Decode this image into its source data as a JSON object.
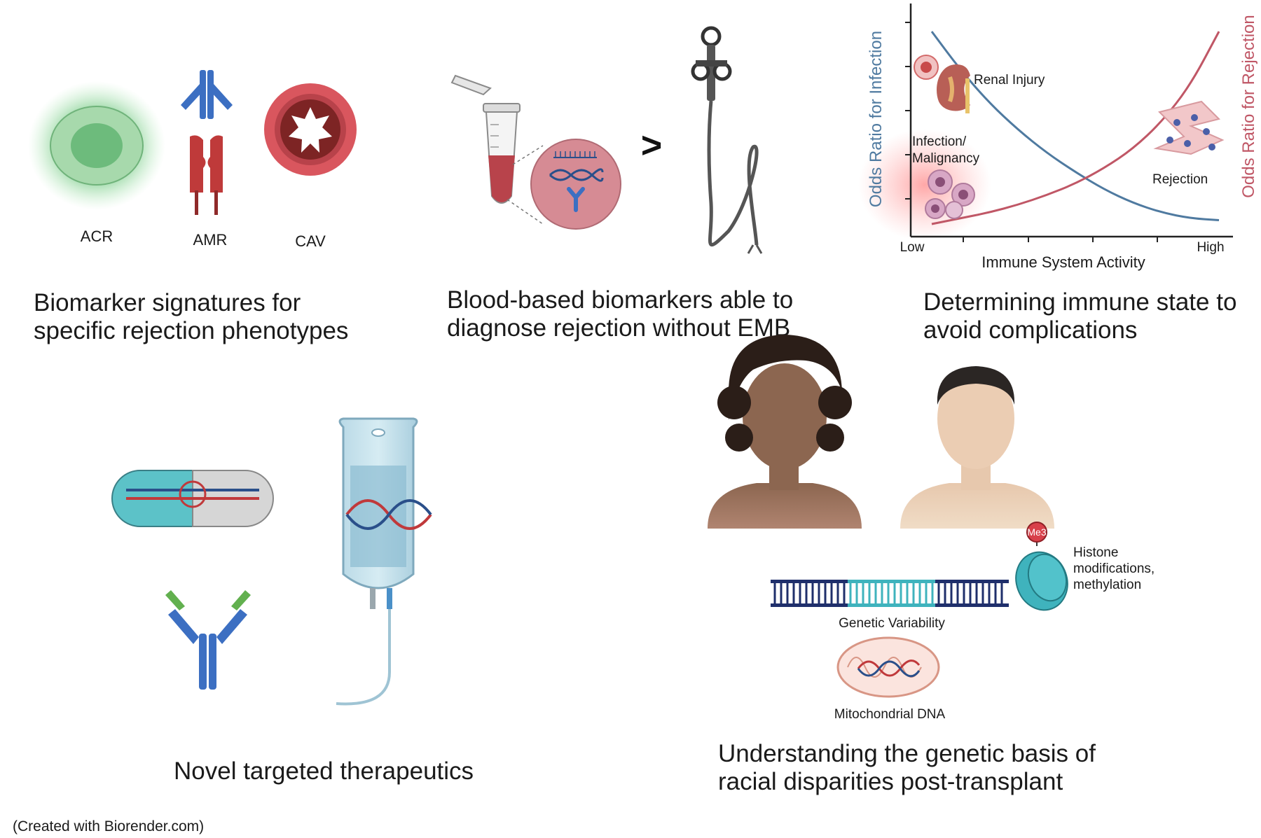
{
  "panel_rejection": {
    "types": [
      "ACR",
      "AMR",
      "CAV"
    ],
    "heading": [
      "Biomarker signatures for",
      "specific rejection phenotypes"
    ]
  },
  "panel_blood": {
    "comparator": ">",
    "heading": [
      "Blood-based biomarkers able to",
      "diagnose rejection without EMB"
    ]
  },
  "panel_immune": {
    "heading": [
      "Determining immune state to",
      "avoid complications"
    ],
    "annotations": {
      "renal": "Renal Injury",
      "infection": [
        "Infection/",
        "Malignancy"
      ],
      "rejection": "Rejection"
    }
  },
  "panel_therapeutics": {
    "heading": "Novel targeted therapeutics"
  },
  "panel_genetic": {
    "labels": {
      "me3": "Me3",
      "histone": [
        "Histone",
        "modifications,",
        "methylation"
      ],
      "genetic": "Genetic Variability",
      "mito": "Mitochondrial DNA"
    },
    "heading": [
      "Understanding the genetic basis of",
      "racial disparities post-transplant"
    ]
  },
  "credit": "(Created with Biorender.com)",
  "colors": {
    "infection_curve": "#4f7aa0",
    "rejection_curve": "#c05766",
    "antibody_blue": "#3c6fc2",
    "antibody_red": "#bf3a3a",
    "teal": "#3fb3bd"
  },
  "chart_data": {
    "type": "line",
    "xlabel": "Immune System Activity",
    "ylabel": "Odds Ratio for Infection",
    "y2label": "Odds Ratio for Rejection",
    "xticks": [
      "Low",
      "High"
    ],
    "series": [
      {
        "name": "",
        "x": [
          0,
          0.1,
          0.2,
          0.3,
          0.4,
          0.5,
          0.6,
          0.7,
          0.8,
          0.9,
          1.0
        ],
        "values": [
          1.0,
          0.8,
          0.63,
          0.49,
          0.37,
          0.27,
          0.18,
          0.11,
          0.06,
          0.03,
          0.02
        ]
      },
      {
        "name": "",
        "x": [
          0,
          0.1,
          0.2,
          0.3,
          0.4,
          0.5,
          0.6,
          0.7,
          0.8,
          0.9,
          1.0
        ],
        "values": [
          0.0,
          0.03,
          0.06,
          0.1,
          0.15,
          0.21,
          0.29,
          0.39,
          0.53,
          0.72,
          1.0
        ]
      }
    ],
    "grid": false
  }
}
